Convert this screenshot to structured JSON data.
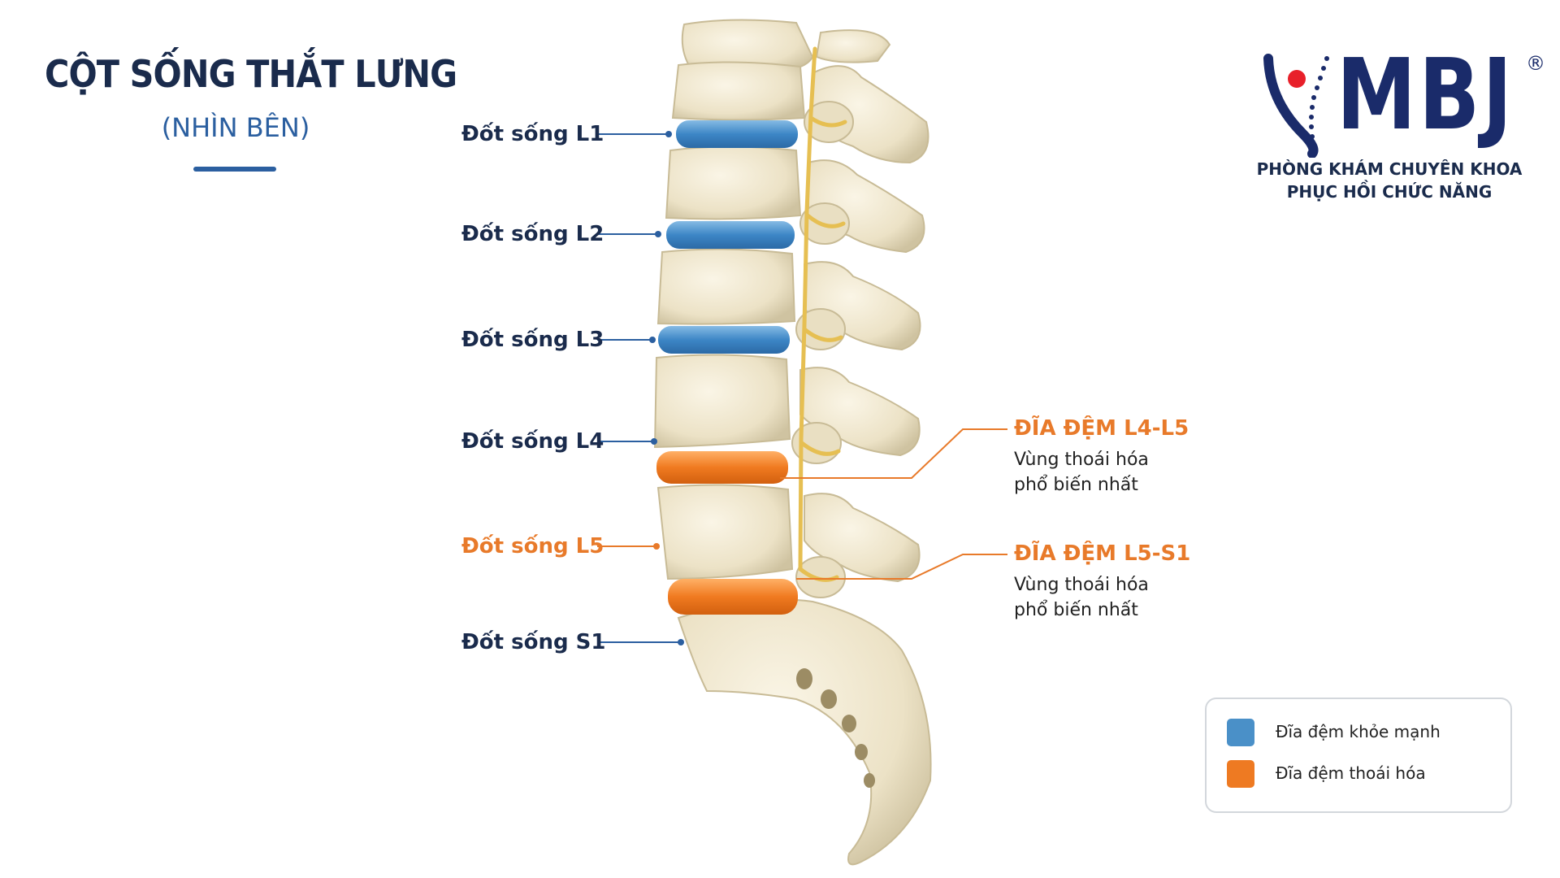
{
  "header": {
    "title": "CỘT SỐNG THẮT LƯNG",
    "subtitle": "(NHÌN BÊN)"
  },
  "vertebrae": [
    {
      "label": "Đốt sống L1",
      "highlight": false
    },
    {
      "label": "Đốt sống L2",
      "highlight": false
    },
    {
      "label": "Đốt sống L3",
      "highlight": false
    },
    {
      "label": "Đốt sống L4",
      "highlight": false
    },
    {
      "label": "Đốt sống L5",
      "highlight": true
    },
    {
      "label": "Đốt sống S1",
      "highlight": false
    }
  ],
  "callouts": [
    {
      "title": "ĐĨA ĐỆM L4-L5",
      "line1": "Vùng thoái hóa",
      "line2": "phổ biến nhất"
    },
    {
      "title": "ĐĨA ĐỆM L5-S1",
      "line1": "Vùng thoái hóa",
      "line2": "phổ biến nhất"
    }
  ],
  "logo": {
    "brand": "MBJ",
    "registered": "®",
    "line1": "PHÒNG KHÁM CHUYÊN KHOA",
    "line2": "PHỤC HỒI CHỨC NĂNG"
  },
  "legend": {
    "items": [
      {
        "label": "Đĩa đệm khỏe mạnh",
        "color": "#4a90c8"
      },
      {
        "label": "Đĩa đệm thoái hóa",
        "color": "#ee7a22"
      }
    ]
  },
  "colors": {
    "navy": "#1a2b4c",
    "accent_blue": "#2b5fa0",
    "healthy_disc": "#4a90c8",
    "degenerated_disc": "#ee7a22",
    "bone": "#ede3c8",
    "nerve": "#e6bf52",
    "logo_red": "#e8202a"
  }
}
